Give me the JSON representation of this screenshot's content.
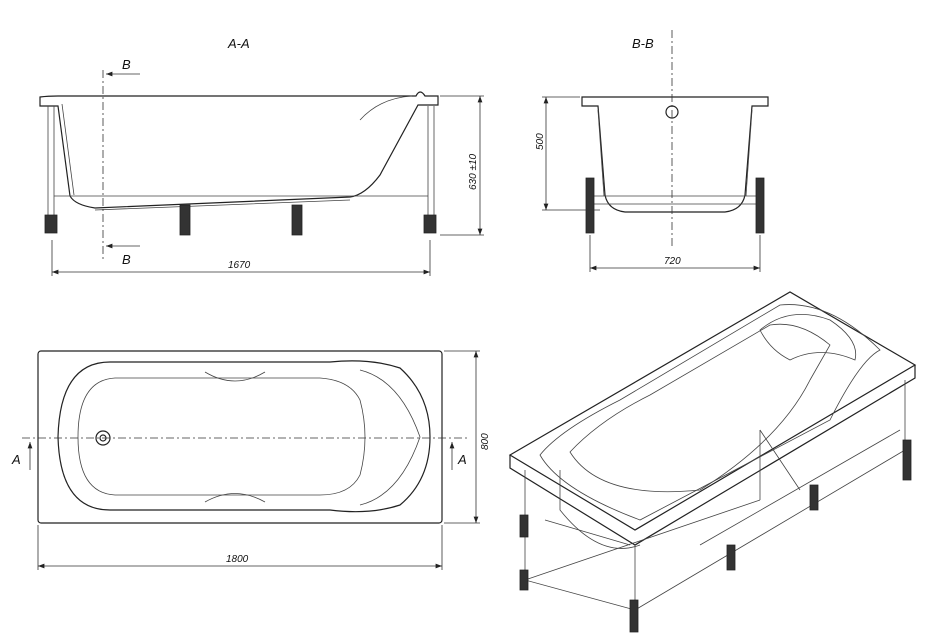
{
  "section_aa": {
    "title": "A-A",
    "cut_label_top": "B",
    "cut_label_bottom": "B",
    "length_dim": "1670",
    "height_dim": "630 ±10"
  },
  "section_bb": {
    "title": "B-B",
    "height_dim": "500",
    "width_dim": "720"
  },
  "plan_view": {
    "cut_label_left": "A",
    "cut_label_right": "A",
    "width_dim": "800",
    "length_dim": "1800"
  },
  "iso_view": {}
}
